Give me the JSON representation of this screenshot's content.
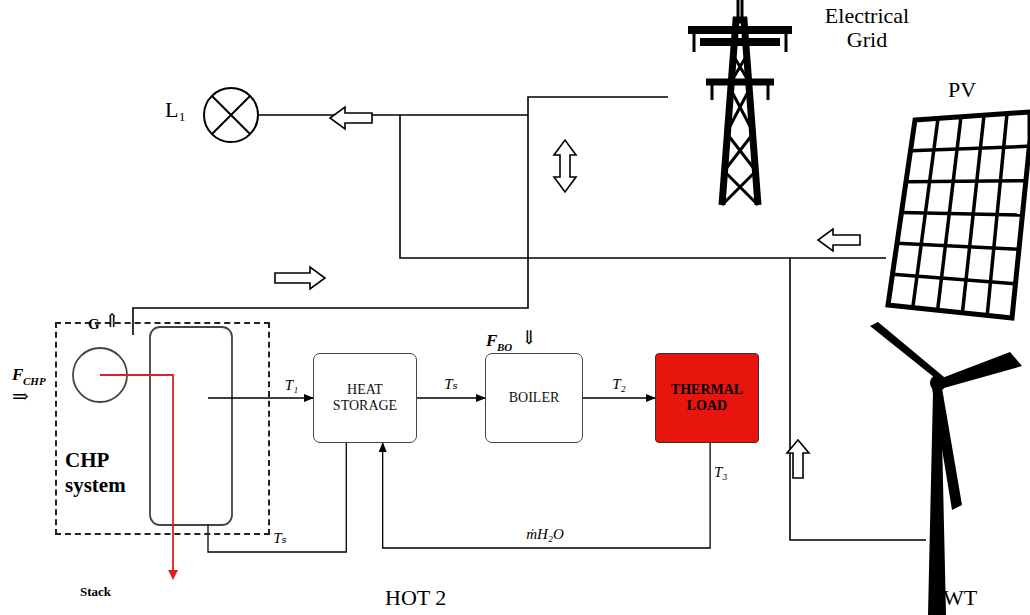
{
  "diagram": {
    "nodes": [
      {
        "text": [
          "CHP system"
        ]
      },
      {
        "text": [
          "HEAT STORAGE"
        ]
      },
      {
        "text": [
          "BOILER"
        ]
      },
      {
        "text": [
          "THERMAL LOAD"
        ]
      }
    ],
    "edges": [
      {
        "from": 0,
        "to": 1,
        "arrow": "to",
        "label": "T₁"
      },
      {
        "from": 1,
        "to": 2,
        "arrow": "to",
        "label": "Tₛ"
      },
      {
        "from": 2,
        "to": 3,
        "arrow": "to",
        "label": "T₂"
      },
      {
        "from": 3,
        "to": 1,
        "arrow": "to",
        "label": "ṁH₂O"
      },
      {
        "from": 1,
        "to": 0,
        "arrow": "none",
        "label": "Tₛ"
      }
    ],
    "labels": [
      "Electrical Grid",
      "L₁",
      "PV",
      "WT",
      "HOT 2",
      "G",
      "⇑",
      "F",
      "CHP",
      "⇒",
      "F",
      "BO",
      "⇓",
      "Stack",
      "T₃"
    ]
  }
}
